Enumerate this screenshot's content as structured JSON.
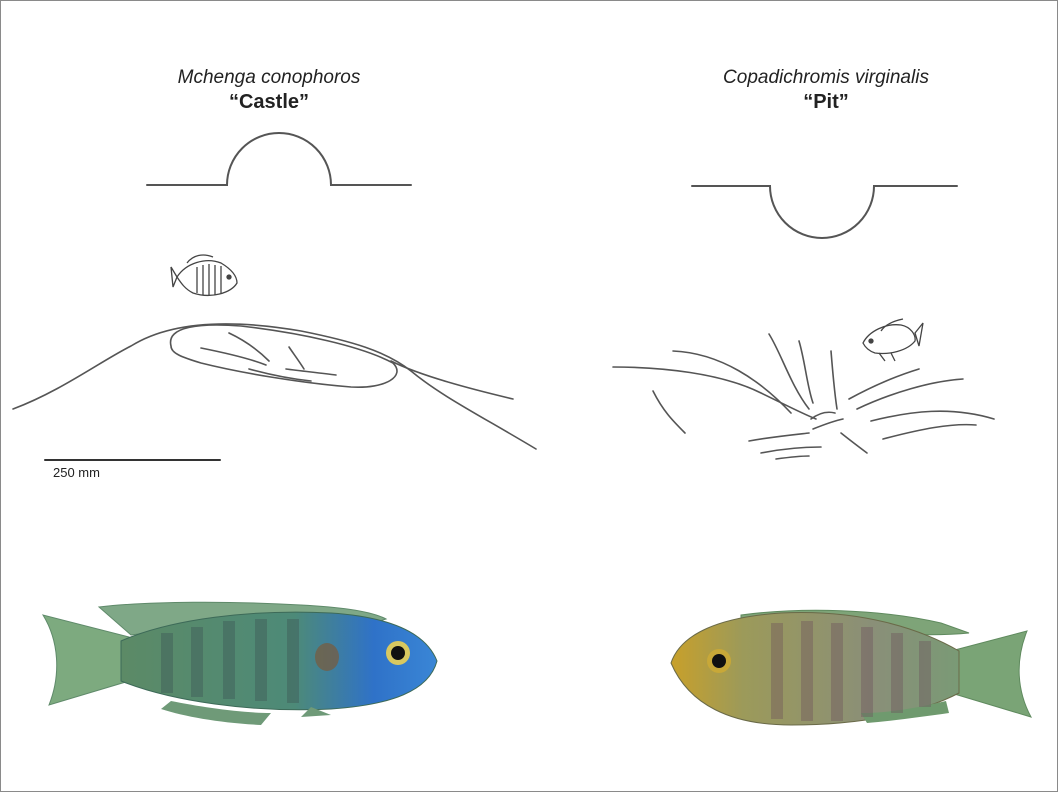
{
  "panels": {
    "left": {
      "species": "Mchenga conophoros",
      "nest_type": "“Castle”",
      "fish_body_color": "#4f8a6a",
      "fish_head_color": "#2c6fd0",
      "fin_color": "#7faa86"
    },
    "right": {
      "species": "Copadichromis virginalis",
      "nest_type": "“Pit”",
      "fish_body_color": "#8f9a76",
      "fish_head_color": "#b89a2c",
      "fin_color": "#6f9a6e"
    }
  },
  "scale_bar": {
    "label": "250 mm"
  },
  "line_color": "#555555"
}
